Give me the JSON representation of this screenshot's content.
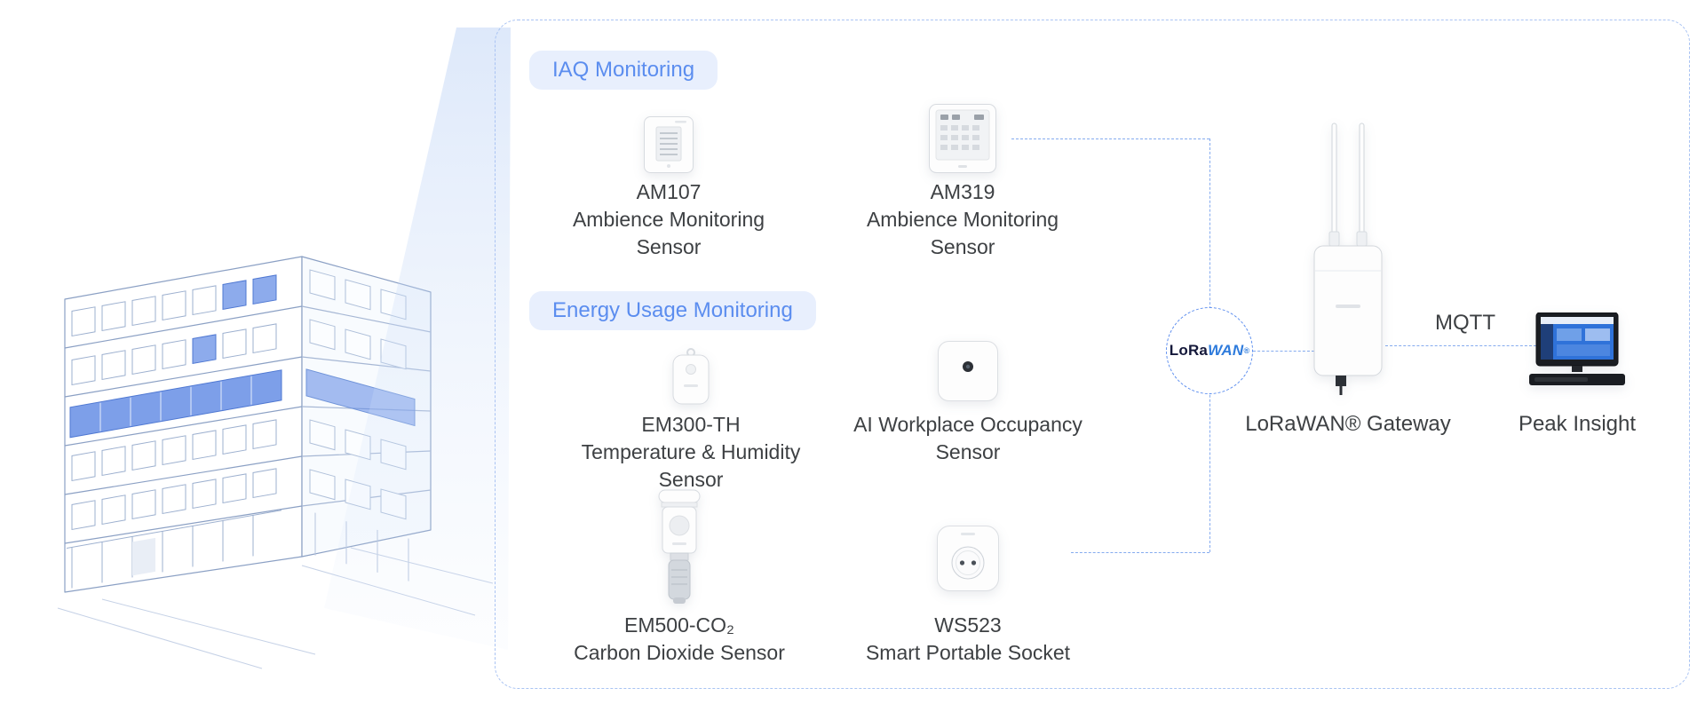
{
  "groups": {
    "iaq": {
      "label": "IAQ Monitoring"
    },
    "energy": {
      "label": "Energy Usage Monitoring"
    }
  },
  "devices": {
    "am107": {
      "title": "AM107",
      "line1": "Ambience Monitoring",
      "line2": "Sensor"
    },
    "am319": {
      "title": "AM319",
      "line1": "Ambience Monitoring",
      "line2": "Sensor"
    },
    "em300th": {
      "title": "EM300-TH",
      "line1": "Temperature & Humidity",
      "line2": "Sensor"
    },
    "occupancy": {
      "line1": "AI Workplace Occupancy",
      "line2": "Sensor"
    },
    "em500co2": {
      "title": "EM500-CO₂",
      "line1": "Carbon Dioxide Sensor"
    },
    "ws523": {
      "title": "WS523",
      "line1": "Smart Portable Socket"
    }
  },
  "network": {
    "lorawan_badge": {
      "part1": "LoRa",
      "part2": "WAN",
      "reg": "®"
    },
    "gateway_label": "LoRaWAN® Gateway",
    "protocol_label": "MQTT",
    "platform_label": "Peak Insight"
  },
  "icons": {
    "building": "building-illustration",
    "beam": "light-beam",
    "gateway": "lorawan-gateway-device",
    "platform": "desktop-monitor"
  },
  "colors": {
    "accent_blue": "#5b8def",
    "pill_bg": "#e8effd",
    "line_blue": "#85abef",
    "text_dark": "#3d4043",
    "window_blue": "#5c87e4"
  }
}
